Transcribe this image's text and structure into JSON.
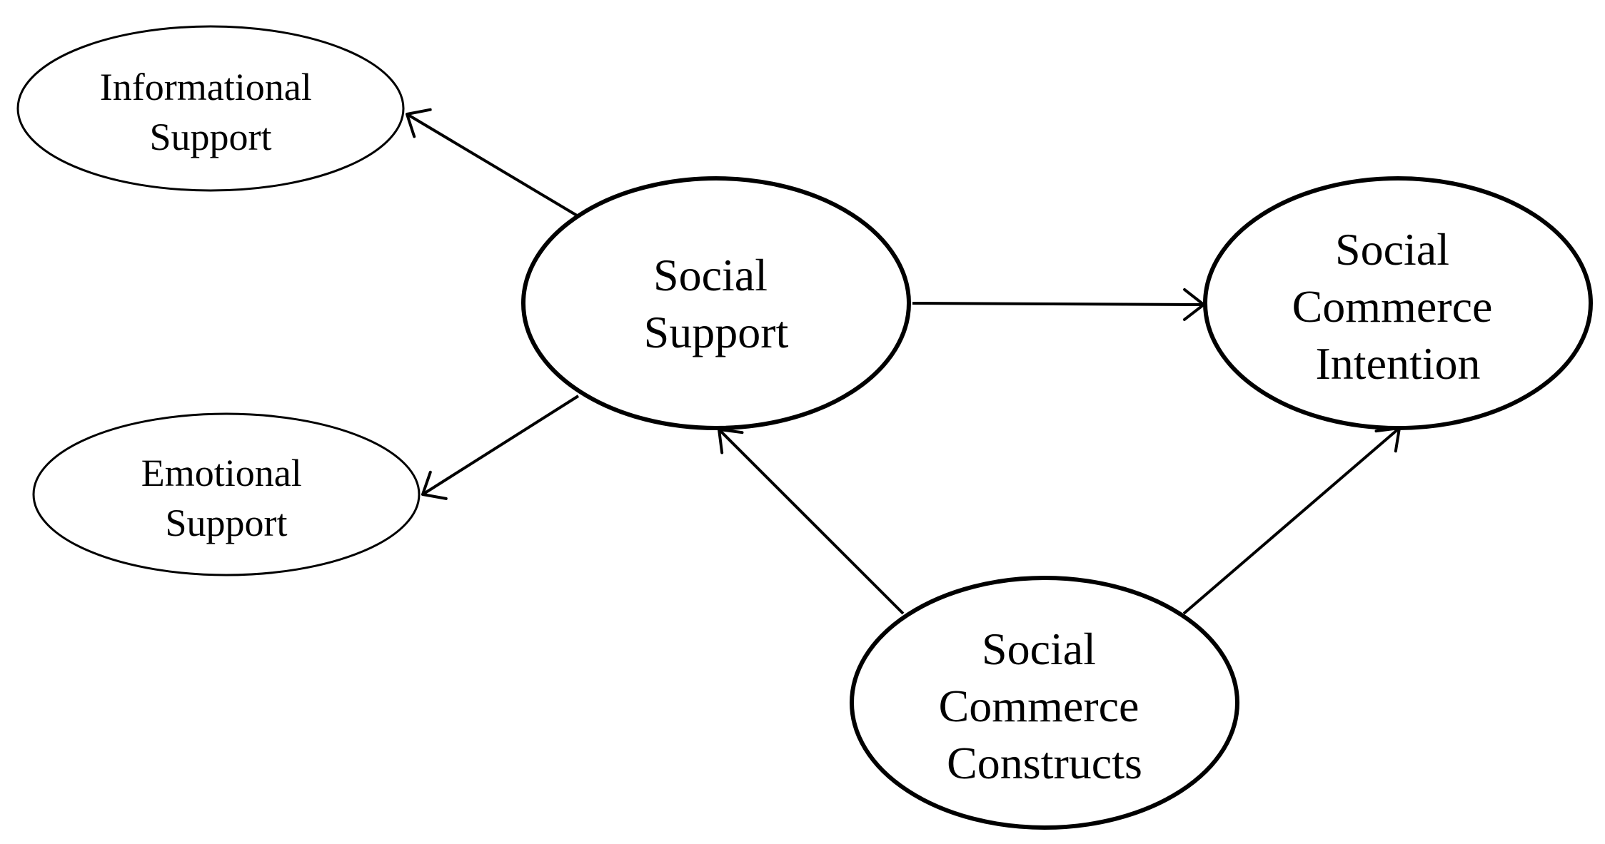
{
  "nodes": {
    "informational_support": {
      "lines": [
        "Informational",
        "Support"
      ]
    },
    "emotional_support": {
      "lines": [
        "Emotional",
        "Support"
      ]
    },
    "social_support": {
      "lines": [
        "Social",
        "Support"
      ]
    },
    "social_commerce_intention": {
      "lines": [
        "Social",
        "Commerce",
        "Intention"
      ]
    },
    "social_commerce_constructs": {
      "lines": [
        "Social",
        "Commerce",
        "Constructs"
      ]
    }
  },
  "edges": [
    {
      "from": "social_support",
      "to": "informational_support"
    },
    {
      "from": "social_support",
      "to": "emotional_support"
    },
    {
      "from": "social_support",
      "to": "social_commerce_intention"
    },
    {
      "from": "social_commerce_constructs",
      "to": "social_support"
    },
    {
      "from": "social_commerce_constructs",
      "to": "social_commerce_intention"
    }
  ]
}
